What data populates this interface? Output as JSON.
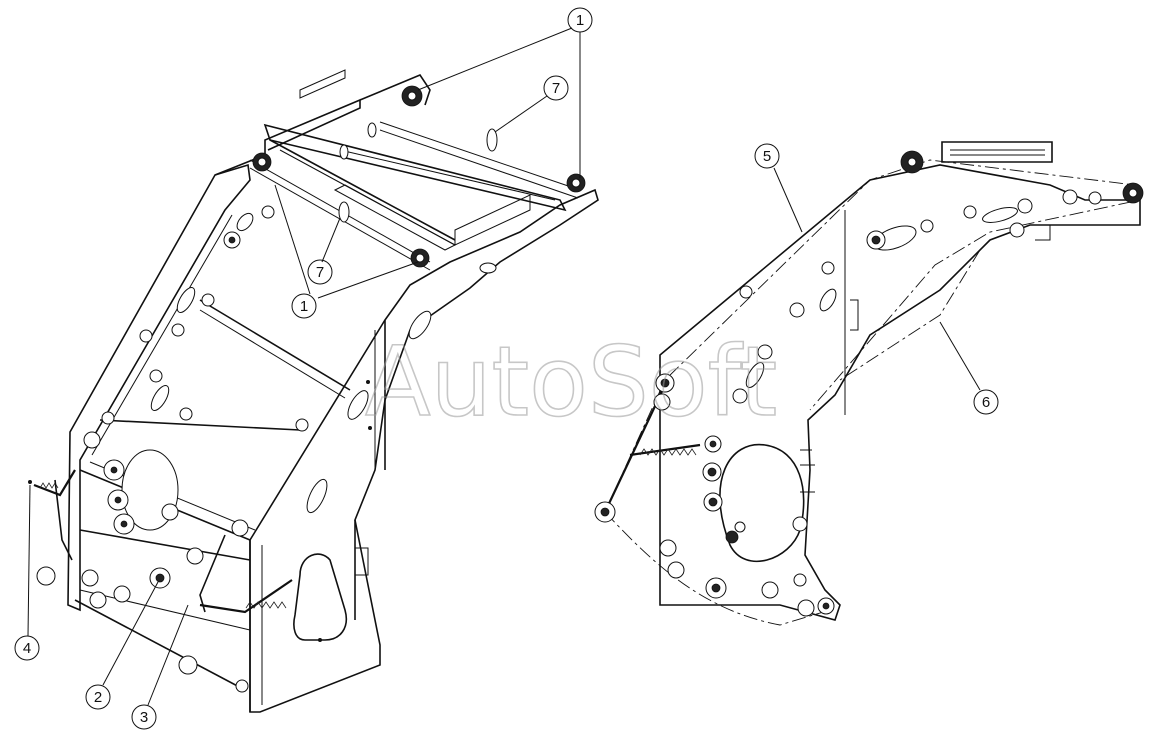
{
  "watermark": "AutoSoft",
  "callouts": [
    {
      "id": "c1a",
      "label": "1"
    },
    {
      "id": "c1b",
      "label": "1"
    },
    {
      "id": "c2",
      "label": "2"
    },
    {
      "id": "c3",
      "label": "3"
    },
    {
      "id": "c4",
      "label": "4"
    },
    {
      "id": "c5",
      "label": "5"
    },
    {
      "id": "c6",
      "label": "6"
    },
    {
      "id": "c7a",
      "label": "7"
    },
    {
      "id": "c7b",
      "label": "7"
    }
  ]
}
